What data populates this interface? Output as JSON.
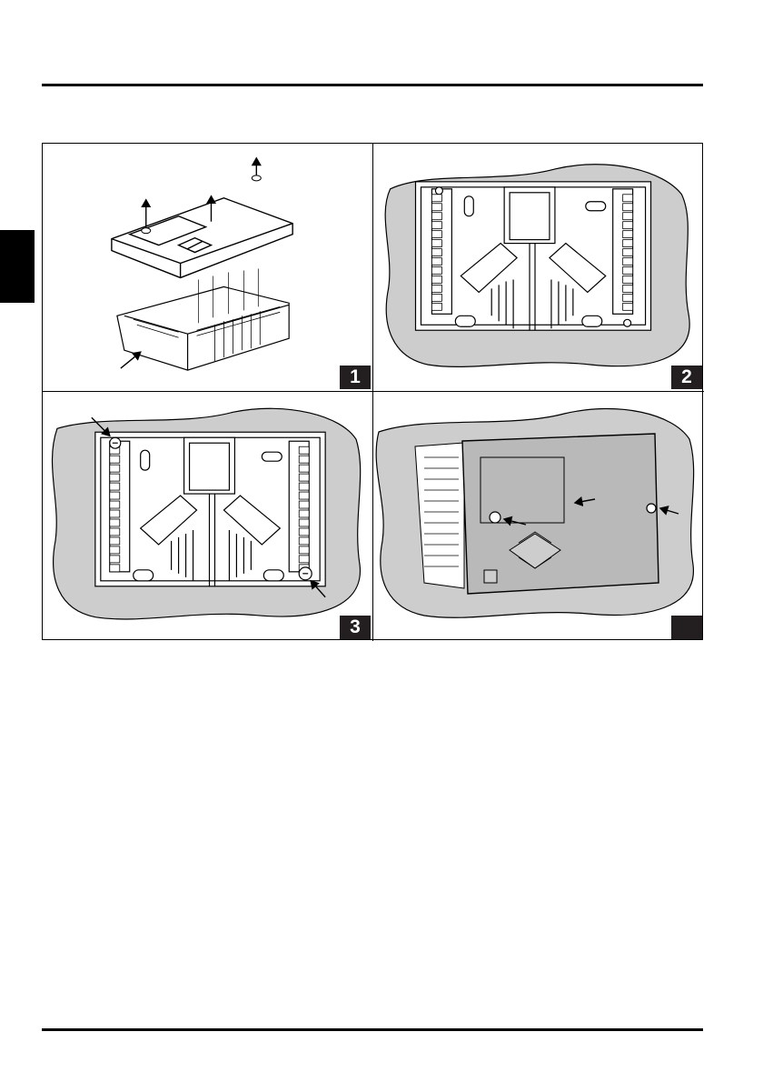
{
  "figure": {
    "steps": [
      {
        "number": "1"
      },
      {
        "number": "2"
      },
      {
        "number": "3"
      },
      {
        "number": ""
      }
    ]
  },
  "colors": {
    "wall": "#cdcdcd",
    "line": "#000000",
    "badge": "#231f20",
    "cover": "#b9b9b9"
  }
}
